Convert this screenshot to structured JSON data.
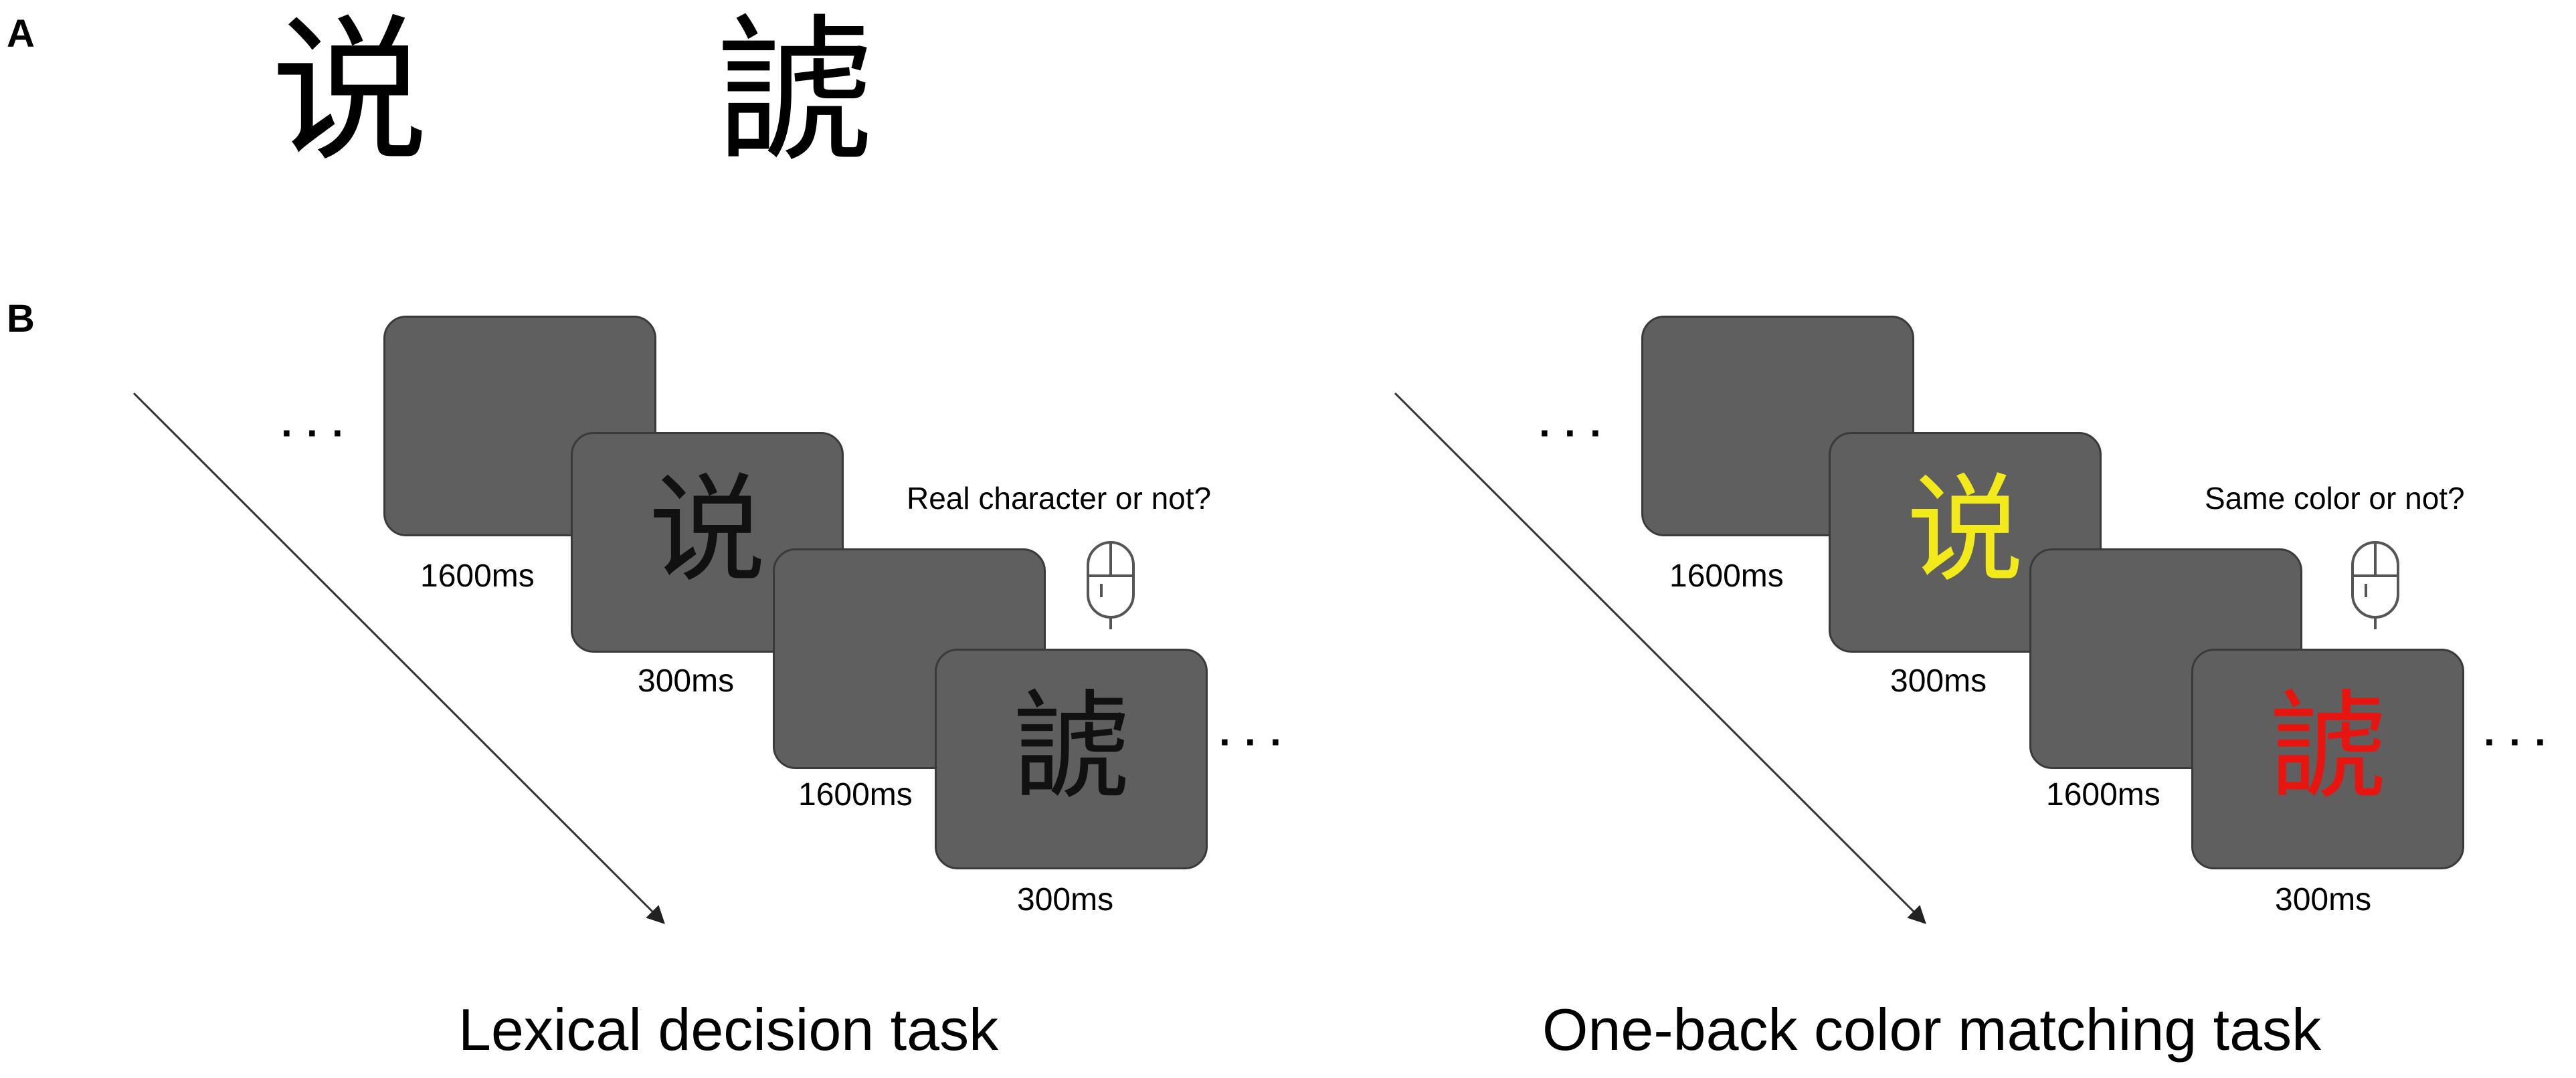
{
  "panel_a": {
    "label": "A",
    "characters": [
      "说",
      "諕"
    ]
  },
  "panel_b": {
    "label": "B",
    "lexical": {
      "title": "Lexical decision task",
      "question": "Real character or not?",
      "first_char": "说",
      "second_char": "諕",
      "char_color": "#111111",
      "durations": [
        "1600ms",
        "300ms",
        "1600ms",
        "300ms"
      ]
    },
    "color": {
      "title": "One-back color matching task",
      "question": "Same color or not?",
      "first_char": "说",
      "second_char": "諕",
      "first_color": "#f2ea1a",
      "second_color": "#e8140f",
      "durations": [
        "1600ms",
        "300ms",
        "1600ms",
        "300ms"
      ]
    },
    "ellipsis": "···",
    "icons": [
      "mouse-icon",
      "time-arrow"
    ],
    "colors": {
      "screen_fill": "#5f5f5f",
      "screen_border": "#3a3a3a"
    }
  }
}
